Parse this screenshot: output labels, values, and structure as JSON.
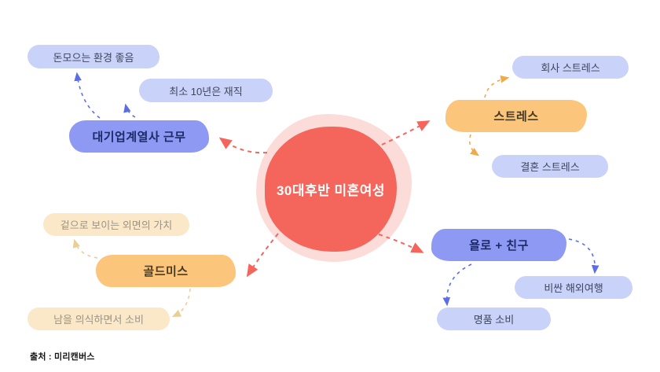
{
  "center": {
    "label": "30대후반 미혼여성"
  },
  "footer": {
    "source": "출처 : 미리캔버스"
  },
  "branches": {
    "work": {
      "label": "대기업계열사 근무",
      "children": {
        "saving": "돈모으는 환경 좋음",
        "tenure": "최소 10년은 재직"
      }
    },
    "stress": {
      "label": "스트레스",
      "children": {
        "company": "회사 스트레스",
        "marriage": "결혼 스트레스"
      }
    },
    "goldmiss": {
      "label": "골드미스",
      "children": {
        "appearance": "겉으로 보이는 외면의 가치",
        "conscious_spending": "남을 의식하면서 소비"
      }
    },
    "yolo": {
      "label": "욜로 + 친구",
      "children": {
        "travel": "비싼 해외여행",
        "luxury": "명품 소비"
      }
    }
  },
  "colors": {
    "center_red": "#f4655c",
    "center_halo": "#fcdcd8",
    "branch_blue": "#8e99f3",
    "branch_orange": "#fcc57c",
    "leaf_light_blue": "#c9d2f8",
    "leaf_cream": "#fbe8c8",
    "arrow_red": "#f4655c",
    "arrow_blue": "#5b6ee8",
    "arrow_orange": "#f2a948",
    "arrow_yellow": "#e8cf96"
  }
}
